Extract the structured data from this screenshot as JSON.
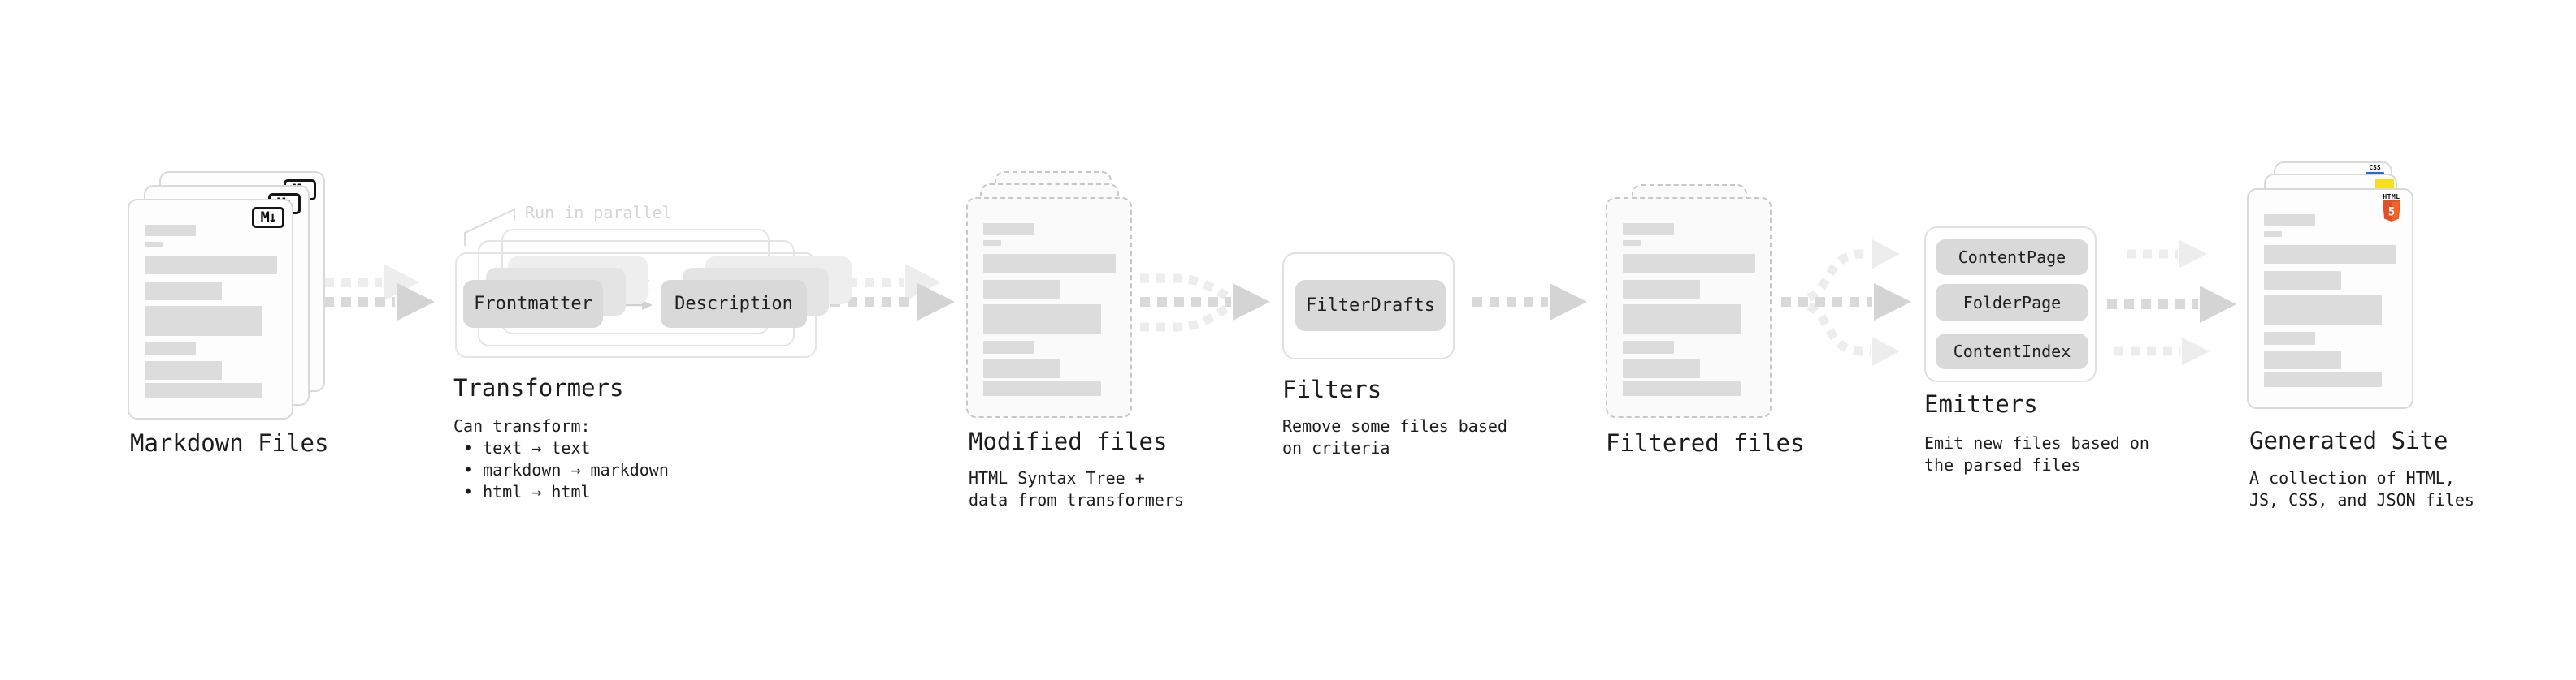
{
  "stages": {
    "markdown_files": {
      "title": "Markdown Files",
      "badge": "M↓"
    },
    "transformers": {
      "title": "Transformers",
      "annotation": "Run in parallel",
      "node_frontmatter": "Frontmatter",
      "node_description": "Description",
      "desc_intro": "Can transform:",
      "bullet_1": "• text → text",
      "bullet_2": "• markdown → markdown",
      "bullet_3": "• html → html"
    },
    "modified_files": {
      "title": "Modified files",
      "desc_line1": "HTML Syntax Tree +",
      "desc_line2": "data from transformers"
    },
    "filters": {
      "title": "Filters",
      "node_filterdrafts": "FilterDrafts",
      "desc_line1": "Remove some files based",
      "desc_line2": "on criteria"
    },
    "filtered_files": {
      "title": "Filtered files"
    },
    "emitters": {
      "title": "Emitters",
      "node_contentpage": "ContentPage",
      "node_folderpage": "FolderPage",
      "node_contentindex": "ContentIndex",
      "desc_line1": "Emit new files based on",
      "desc_line2": "the parsed files"
    },
    "generated_site": {
      "title": "Generated Site",
      "desc_line1": "A collection of HTML,",
      "desc_line2": "JS, CSS, and JSON files",
      "badge_css": "CSS",
      "badge_html": "HTML",
      "badge_html_number": "5"
    }
  },
  "colors": {
    "html5_orange": "#e44d26",
    "html5_orange_light": "#f16529",
    "js_yellow": "#f7df1e",
    "css_blue": "#2563eb",
    "node_gray": "#d9d9d9",
    "bar_gray": "#dcdcdc",
    "arrow_dark": "#d6d6d6",
    "arrow_light": "#ededed"
  }
}
